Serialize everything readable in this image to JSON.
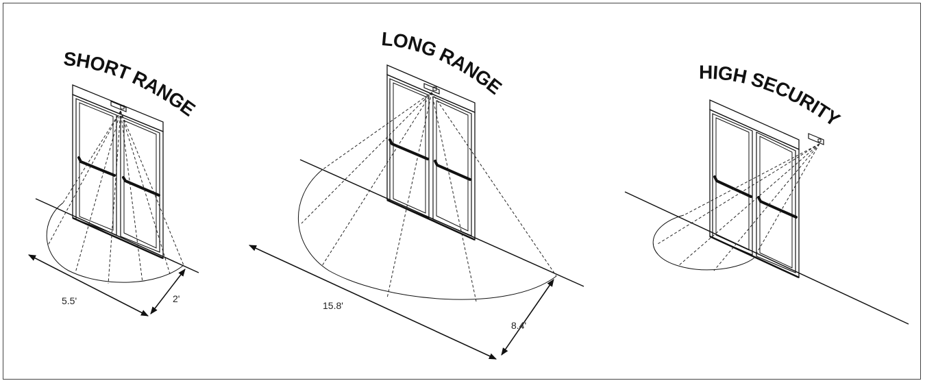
{
  "panels": [
    {
      "id": "short-range",
      "title": "SHORT RANGE",
      "dimensions": [
        "5.5'",
        "2'"
      ]
    },
    {
      "id": "long-range",
      "title": "LONG RANGE",
      "dimensions": [
        "15.8'",
        "8.4'"
      ]
    },
    {
      "id": "high-security",
      "title": "HIGH SECURITY",
      "dimensions": []
    }
  ]
}
